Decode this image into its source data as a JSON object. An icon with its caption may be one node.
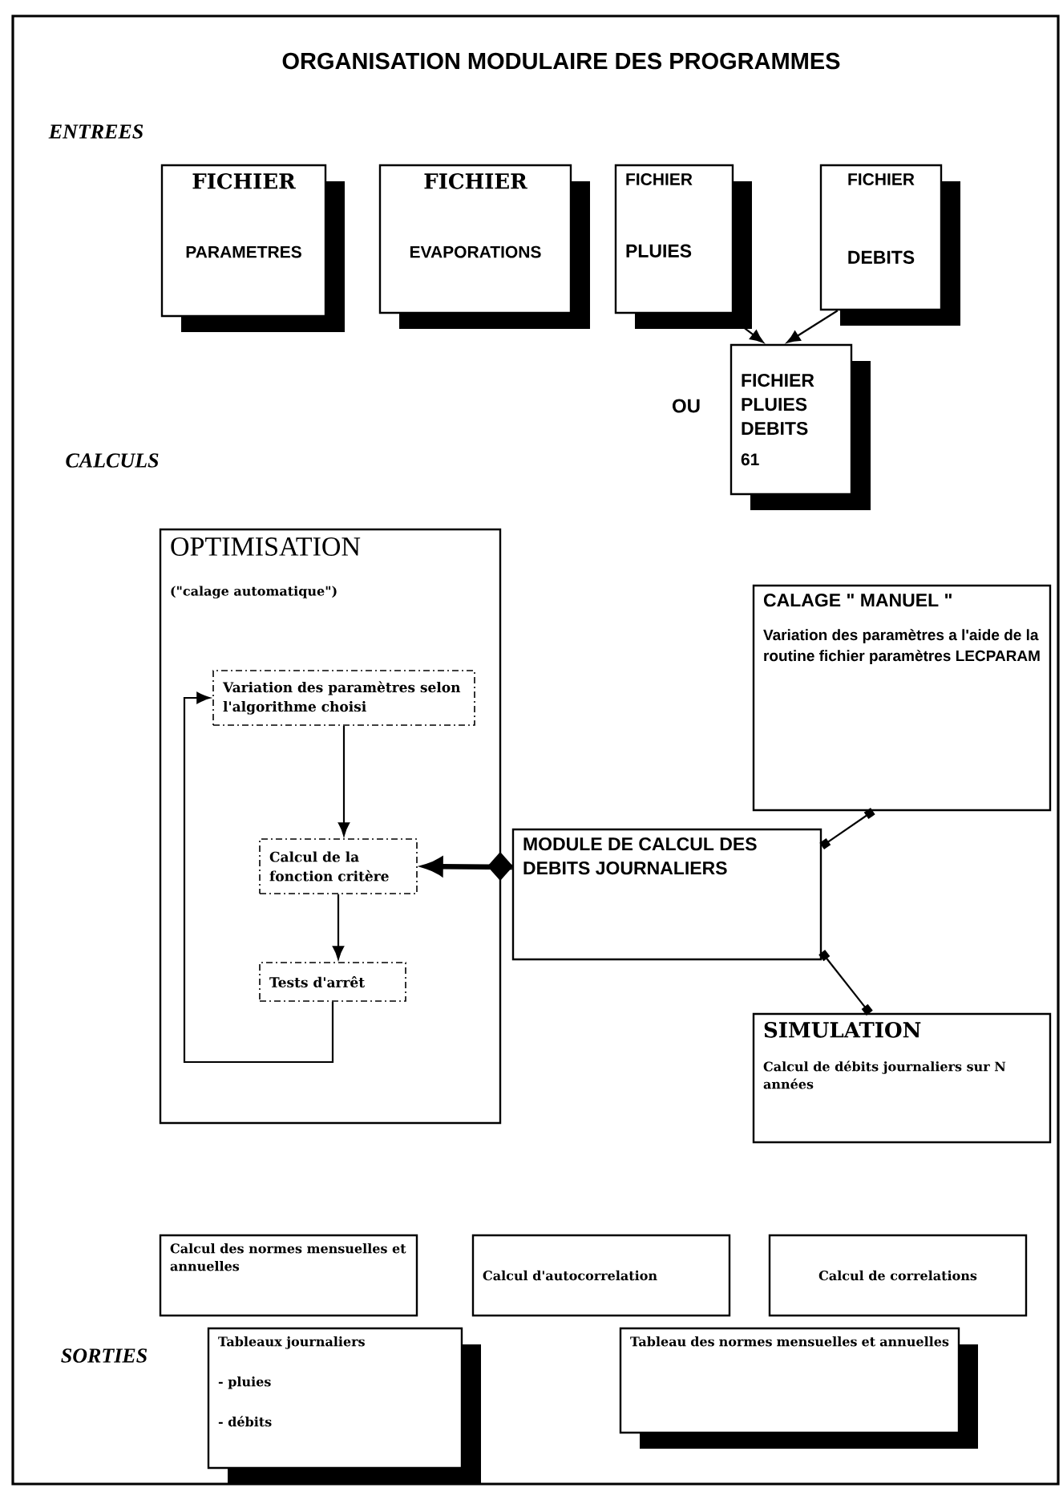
{
  "diagram": {
    "title": "ORGANISATION MODULAIRE DES PROGRAMMES",
    "nodes": [
      {
        "text": [
          "FICHIER",
          "PARAMETRES"
        ]
      },
      {
        "text": [
          "FICHIER",
          "EVAPORATIONS"
        ]
      },
      {
        "text": [
          "FICHIER",
          "PLUIES"
        ]
      },
      {
        "text": [
          "FICHIER",
          "DEBITS"
        ]
      },
      {
        "text": [
          "FICHIER PLUIES DEBITS",
          "61"
        ]
      },
      {
        "text": [
          "OPTIMISATION",
          "(\"calage automatique\")"
        ]
      },
      {
        "text": [
          "Variation des paramètres selon l'algorithme choisi"
        ],
        "in": 5
      },
      {
        "text": [
          "Calcul de la fonction critère"
        ],
        "in": 5
      },
      {
        "text": [
          "Tests d'arrêt"
        ],
        "in": 5
      },
      {
        "text": [
          "MODULE DE CALCUL DES DEBITS JOURNALIERS"
        ]
      },
      {
        "text": [
          "CALAGE \" MANUEL \"",
          "Variation des paramètres a l'aide de la routine fichier paramètres LECPARAM"
        ]
      },
      {
        "text": [
          "SIMULATION",
          "Calcul de débits journaliers sur N années"
        ]
      },
      {
        "text": [
          "Calcul des normes mensuelles et annuelles"
        ]
      },
      {
        "text": [
          "Calcul d'autocorrelation"
        ]
      },
      {
        "text": [
          "Calcul de correlations"
        ]
      },
      {
        "text": [
          "Tableaux journaliers",
          "- pluies",
          "- débits"
        ]
      },
      {
        "text": [
          "Tableau des normes mensuelles et annuelles"
        ]
      }
    ],
    "edges": [
      {
        "from": 2,
        "to": 4,
        "arrow": "to"
      },
      {
        "from": 3,
        "to": 4,
        "arrow": "to"
      },
      {
        "from": 6,
        "to": 7,
        "arrow": "to"
      },
      {
        "from": 7,
        "to": 8,
        "arrow": "to"
      },
      {
        "from": 8,
        "to": 6,
        "arrow": "to"
      },
      {
        "from": 9,
        "to": 7,
        "arrow": "to",
        "style": "thick"
      },
      {
        "from": 9,
        "to": 10,
        "arrow": "other"
      },
      {
        "from": 9,
        "to": 11,
        "arrow": "other"
      }
    ],
    "labels": [
      "ENTREES",
      "OU",
      "CALCULS",
      "SORTIES"
    ]
  }
}
